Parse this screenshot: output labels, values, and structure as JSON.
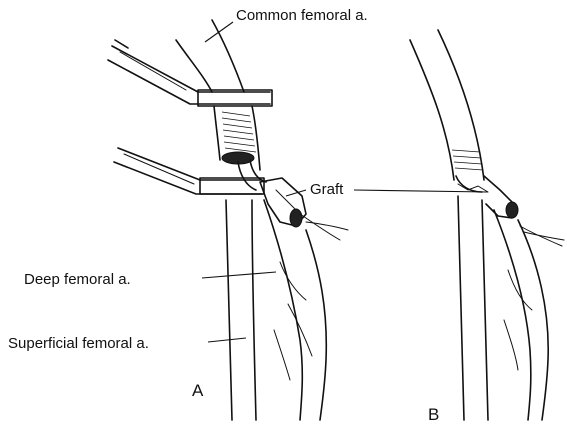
{
  "labels": {
    "common_femoral": "Common femoral a.",
    "graft": "Graft",
    "deep_femoral": "Deep femoral a.",
    "superficial_femoral": "Superficial femoral a."
  },
  "panels": {
    "a": "A",
    "b": "B"
  }
}
